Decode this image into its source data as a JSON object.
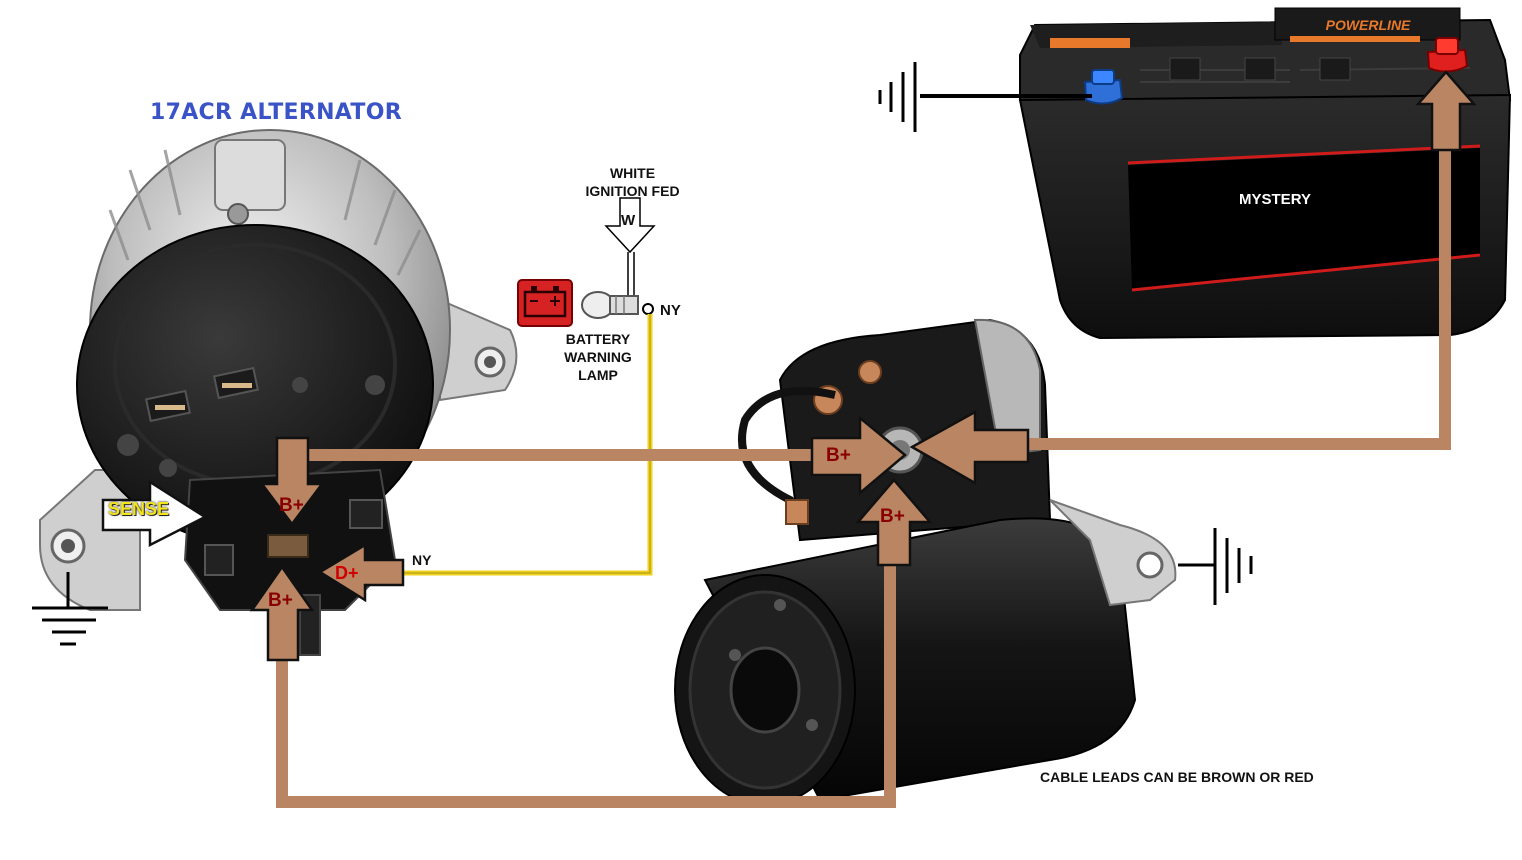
{
  "title": "17ACR ALTERNATOR",
  "ignition": {
    "label": "WHITE\nIGNITION FED",
    "wire_tag": "W"
  },
  "lamp": {
    "label": "BATTERY\nWARNING\nLAMP"
  },
  "wire_ny_top": "NY",
  "wire_ny_bottom": "NY",
  "sense": "SENSE",
  "terminals": {
    "alt_top": "B+",
    "alt_bottom": "B+",
    "alt_d": "D+",
    "starter_left": "B+",
    "starter_bottom": "B+"
  },
  "battery": {
    "brand": "POWERLINE",
    "label": "MYSTERY"
  },
  "note": "CABLE LEADS CAN BE BROWN OR RED",
  "colors": {
    "cable": "#b98563",
    "warning_wire": "#f1d21a",
    "title": "#3a54c8"
  },
  "icons": [
    "ground-symbol-icon",
    "battery-warning-lamp-icon",
    "bulb-icon"
  ]
}
